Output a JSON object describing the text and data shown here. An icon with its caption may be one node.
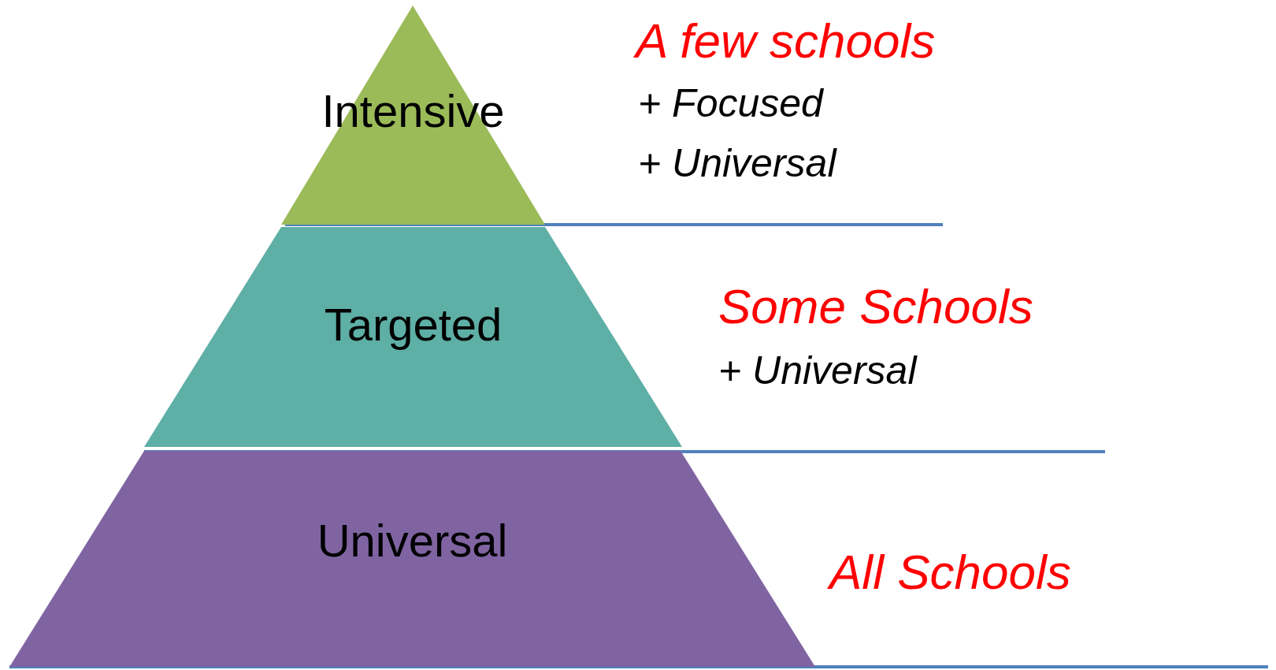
{
  "diagram": {
    "nodes": [
      {
        "text": [
          "Intensive"
        ],
        "beside": [
          "A few schools",
          "+ Focused",
          "+ Universal"
        ]
      },
      {
        "text": [
          "Targeted"
        ],
        "beside": [
          "Some Schools",
          "+ Universal"
        ]
      },
      {
        "text": [
          "Universal"
        ],
        "beside": [
          "All Schools"
        ]
      }
    ]
  }
}
